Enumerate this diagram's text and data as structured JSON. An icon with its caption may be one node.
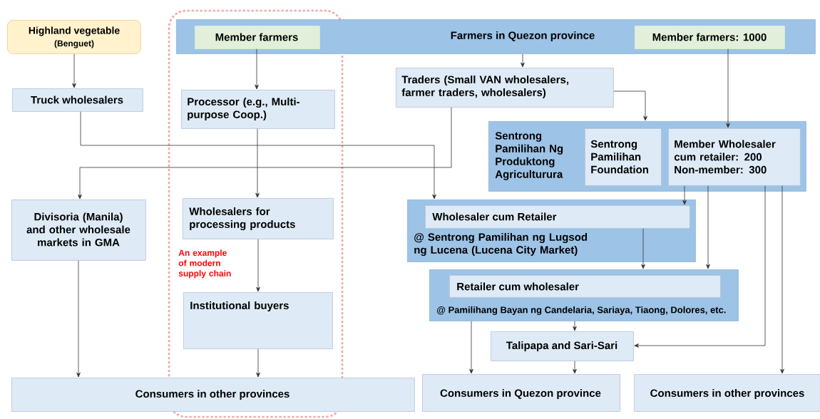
{
  "diagram": {
    "nodes": [
      {
        "text": [
          "Highland vegetable",
          "(Benguet)"
        ]
      },
      {
        "text": [
          "Farmers in Quezon province"
        ]
      },
      {
        "text": [
          "Member farmers"
        ],
        "in": 1
      },
      {
        "text": [
          "Member farmers: 1000"
        ],
        "in": 1
      },
      {
        "text": [
          "Truck wholesalers"
        ]
      },
      {
        "text": [
          "Traders (Small VAN wholesalers, farmer traders, wholesalers)"
        ]
      },
      {
        "text": [
          "Processor (e.g., Multi-purpose Coop.)"
        ]
      },
      {
        "text": [
          "Sentrong Pamilihan Ng Produktong Agriculturura"
        ]
      },
      {
        "text": [
          "Sentrong Pamilihan Foundation"
        ],
        "in": 7
      },
      {
        "text": [
          "Member Wholesaler cum retailer: 200 Non-member: 300"
        ],
        "in": 7
      },
      {
        "text": [
          "Divisoria (Manila) and other wholesale markets in GMA"
        ]
      },
      {
        "text": [
          "Wholesalers for processing products"
        ]
      },
      {
        "text": [
          "@ Sentrong Pamilihan ng Lugsod ng Lucena (Lucena City Market)"
        ]
      },
      {
        "text": [
          "Wholesaler cum Retailer"
        ],
        "in": 12
      },
      {
        "text": [
          "@ Pamilihang Bayan ng Candelaria, Sariaya, Tiaong, Dolores, etc."
        ]
      },
      {
        "text": [
          "Retailer cum wholesaler"
        ],
        "in": 14
      },
      {
        "text": [
          "Institutional buyers"
        ]
      },
      {
        "text": [
          "Talipapa and Sari-Sari"
        ]
      },
      {
        "text": [
          "Consumers in other provinces"
        ]
      },
      {
        "text": [
          "Consumers in Quezon province"
        ]
      },
      {
        "text": [
          "Consumers in other provinces"
        ]
      }
    ],
    "edges": [
      {
        "from": 0,
        "to": 4,
        "arrow": "to"
      },
      {
        "from": 2,
        "to": 6,
        "arrow": "to"
      },
      {
        "from": 1,
        "to": 5,
        "arrow": "to"
      },
      {
        "from": 3,
        "to": 9,
        "arrow": "to"
      },
      {
        "from": 5,
        "to": 7,
        "arrow": "to"
      },
      {
        "from": 5,
        "to": 10,
        "arrow": "to"
      },
      {
        "from": 4,
        "to": 12,
        "arrow": "to"
      },
      {
        "from": 6,
        "to": 11,
        "arrow": "to"
      },
      {
        "from": 11,
        "to": 16,
        "arrow": "to"
      },
      {
        "from": 16,
        "to": 18,
        "arrow": "to"
      },
      {
        "from": 10,
        "to": 18,
        "arrow": "to"
      },
      {
        "from": 9,
        "to": 13,
        "arrow": "to"
      },
      {
        "from": 9,
        "to": 14,
        "arrow": "to"
      },
      {
        "from": 13,
        "to": 14,
        "arrow": "to"
      },
      {
        "from": 9,
        "to": 17,
        "arrow": "to"
      },
      {
        "from": 9,
        "to": 20,
        "arrow": "to"
      },
      {
        "from": 14,
        "to": 17,
        "arrow": "to"
      },
      {
        "from": 14,
        "to": 19,
        "arrow": "to"
      },
      {
        "from": 17,
        "to": 19,
        "arrow": "to"
      }
    ],
    "labels": [
      "An example of modern supply chain"
    ]
  }
}
